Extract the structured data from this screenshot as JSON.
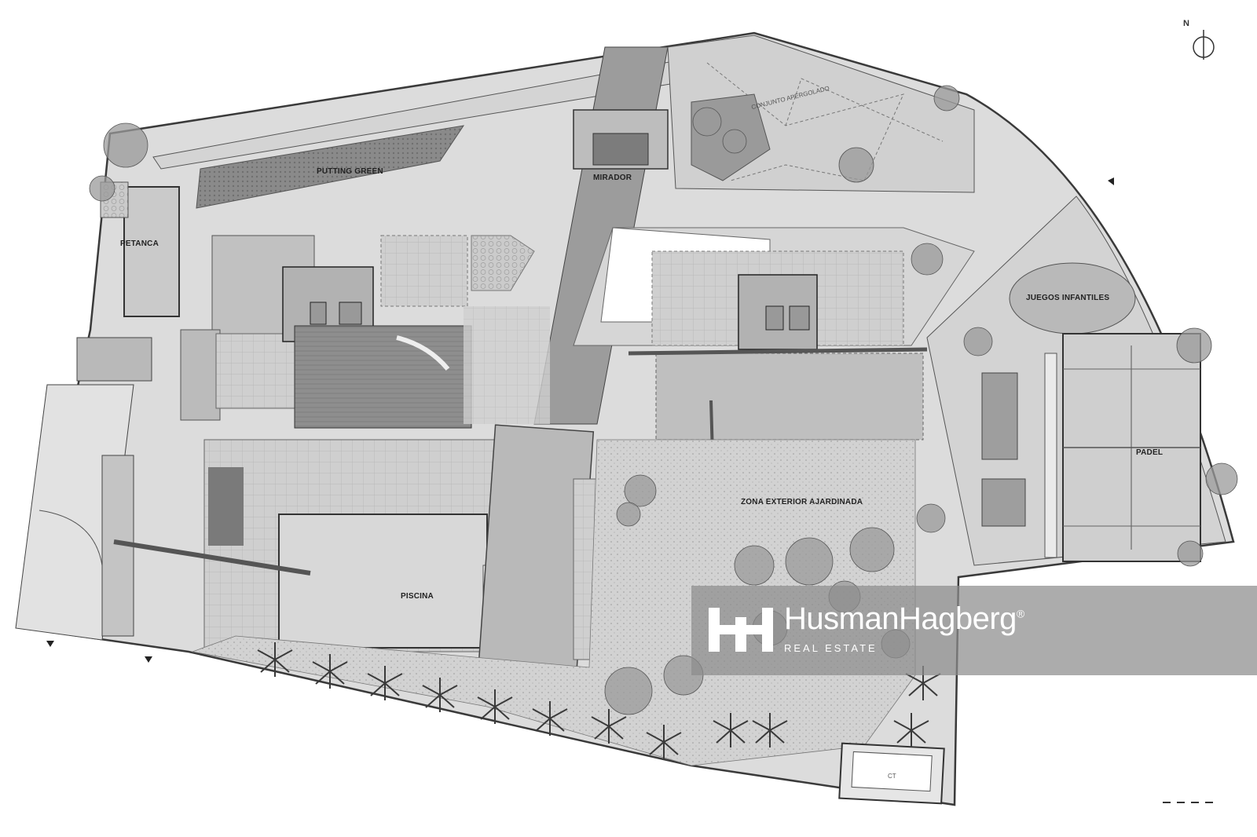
{
  "north_label": "N",
  "labels": {
    "putting_green": "PUTTING GREEN",
    "mirador": "MIRADOR",
    "petanca": "PETANCA",
    "conjunto_apergolado": "CONJUNTO APERGOLADO",
    "juegos_infantiles": "JUEGOS INFANTILES",
    "padel": "PADEL",
    "zona_exterior": "ZONA EXTERIOR AJARDINADA",
    "piscina": "PISCINA",
    "ct": "CT"
  },
  "watermark": {
    "brand": "HusmanHagberg",
    "registered": "®",
    "subtitle": "REAL ESTATE"
  },
  "colors": {
    "plot_fill": "#d9d9d9",
    "paving": "#c8c8c8",
    "building": "#a9a9a9",
    "garden": "#cfcfcf",
    "tree": "#8f8f8f",
    "line": "#3a3a3a"
  }
}
